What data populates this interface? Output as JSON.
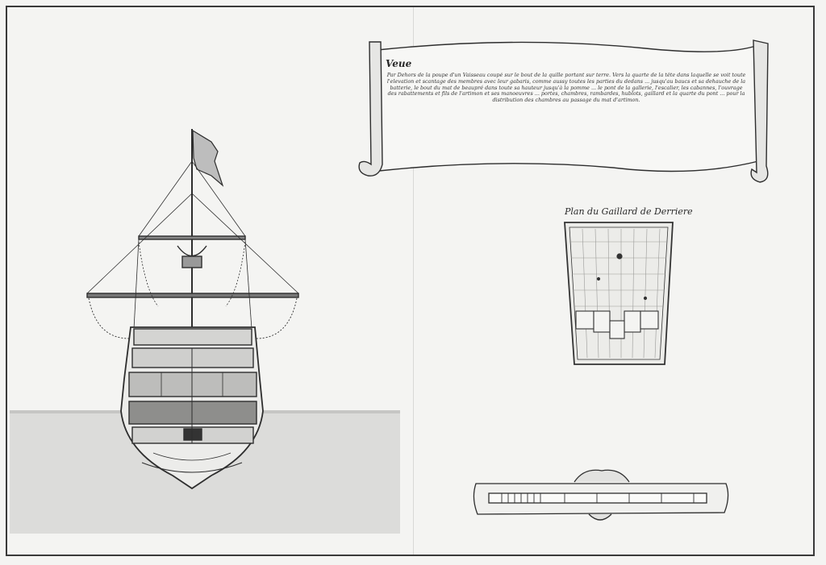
{
  "scroll": {
    "title": "Veue",
    "body": "Par Dehors de la poupe d'un Vaisseau coupé sur le bout de la quille portant sur terre. Vers la quarte de la tête dans laquelle se voit toute l'elevation et scantage des membres avec leur gabaris, comme aussy toutes les parties du dedans ... jusqu'au baucs et sa dehauche de la batterie, le bout du mat de beaupré dans toute sa hauteur jusqu'à la pomme ... le pont de la gallerie, l'escalier, les cabannes, l'ouvrage des rabattements et fils de l'artimon et ses manoeuvres ... portes, chambres, rambardes, hublots, gaillard et la quarte du pont ... pour la distribution des chambres au passage du mat d'artimon."
  },
  "plan": {
    "title": "Plan du Gaillard de Derriere"
  },
  "colors": {
    "paper": "#f4f4f2",
    "ink": "#3a3a3a",
    "water": "#dcdcda"
  }
}
